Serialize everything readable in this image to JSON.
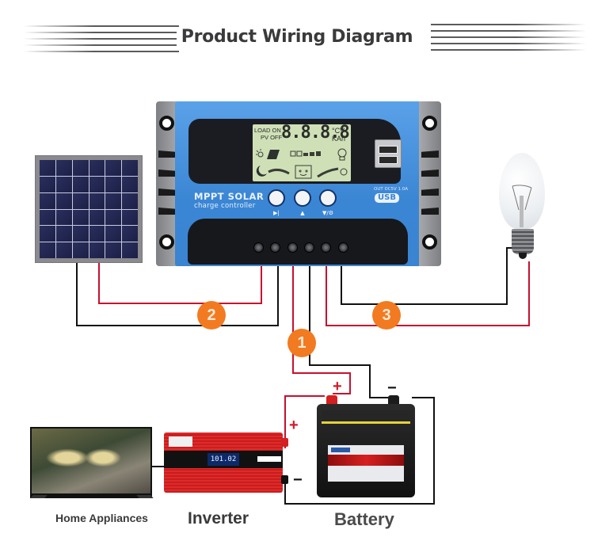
{
  "header": {
    "title": "Product Wiring Diagram"
  },
  "controller": {
    "brand_line1": "MPPT SOLAR",
    "brand_line2": "charge controller",
    "lcd": {
      "status_line1": "LOAD ON",
      "status_line2": "PV OFF",
      "digits": "8.8.8.8",
      "unit_line1": "°CV",
      "unit_line2": "KAh"
    },
    "buttons": [
      {
        "name": "menu",
        "symbol": "▶|"
      },
      {
        "name": "up",
        "symbol": "▲"
      },
      {
        "name": "down",
        "symbol": "▼/⚙"
      }
    ],
    "usb_output_label": "OUT DC5V 1.0A",
    "usb_badge": "USB",
    "terminal_count": 6
  },
  "components": {
    "solar_panel": "solar-panel",
    "light_bulb": "light-bulb",
    "tv": "Home Appliances",
    "inverter": "Inverter",
    "battery": "Battery",
    "inverter_display": "101.02"
  },
  "connections": [
    {
      "number": "1",
      "from": "controller",
      "to": "battery"
    },
    {
      "number": "2",
      "from": "controller",
      "to": "solar-panel"
    },
    {
      "number": "3",
      "from": "controller",
      "to": "light-bulb"
    }
  ],
  "polarity": {
    "positive": "+",
    "negative": "−"
  },
  "colors": {
    "positive_wire": "#c8102e",
    "negative_wire": "#111111",
    "badge": "#f27a20",
    "controller_blue": "#3b86d4",
    "title": "#3a3a3c"
  }
}
